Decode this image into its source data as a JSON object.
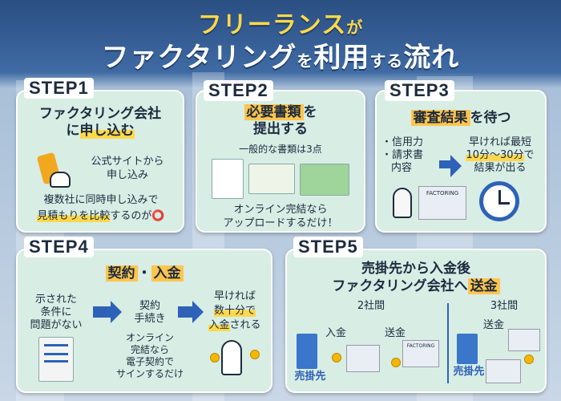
{
  "title": {
    "line1_main": "フリーランス",
    "line1_small": "が",
    "line2_a": "ファクタリング",
    "line2_small1": "を",
    "line2_b": "利用",
    "line2_small2": "する",
    "line2_c": "流れ"
  },
  "step1": {
    "label": "STEP1",
    "heading_a": "ファクタリング会社",
    "heading_b": "に",
    "heading_hl": "申し込む",
    "line1": "公式サイトから",
    "line2": "申し込み",
    "note1": "複数社に同時申し込みで",
    "note2_hl": "見積もりを比較",
    "note2_rest": "するのが⭕"
  },
  "step2": {
    "label": "STEP2",
    "heading_hl": "必要書類",
    "heading_a": "を",
    "heading_b": "提出する",
    "sub": "一般的な書類は3点",
    "note1": "オンライン完結なら",
    "note2": "アップロードするだけ！"
  },
  "step3": {
    "label": "STEP3",
    "heading_hl": "審査結果",
    "heading_a": "を待つ",
    "item1": "・信用力",
    "item2": "・請求書",
    "item3": "内容",
    "r1": "早ければ最短",
    "r2_hl": "10分〜30分",
    "r2_rest": "で",
    "r3": "結果が出る",
    "sign": "FACTORING"
  },
  "step4": {
    "label": "STEP4",
    "heading_a": "契約",
    "heading_dot": "・",
    "heading_b": "入金",
    "c1a": "示された",
    "c1b": "条件に",
    "c1c": "問題がない",
    "c2a": "契約",
    "c2b": "手続き",
    "c3a": "早ければ",
    "c3b_hl": "数十分で",
    "c3c_hl": "入金",
    "c3c_rest": "される",
    "note1": "オンライン",
    "note2": "完結なら",
    "note3": "電子契約で",
    "note4": "サインするだけ"
  },
  "step5": {
    "label": "STEP5",
    "heading1": "売掛先から入金後",
    "heading2_a": "ファクタリング会社へ",
    "heading2_hl": "送金",
    "type_a": "2社間",
    "type_b": "3社間",
    "l_in": "入金",
    "l_send": "送金",
    "l_send2": "送金",
    "client": "売掛先",
    "client2": "売掛先",
    "sign": "FACTORING"
  },
  "colors": {
    "card": "#d8ede4",
    "highlight": "#ffd84a",
    "arrow": "#2e62b8",
    "title": "#ffd84a"
  }
}
